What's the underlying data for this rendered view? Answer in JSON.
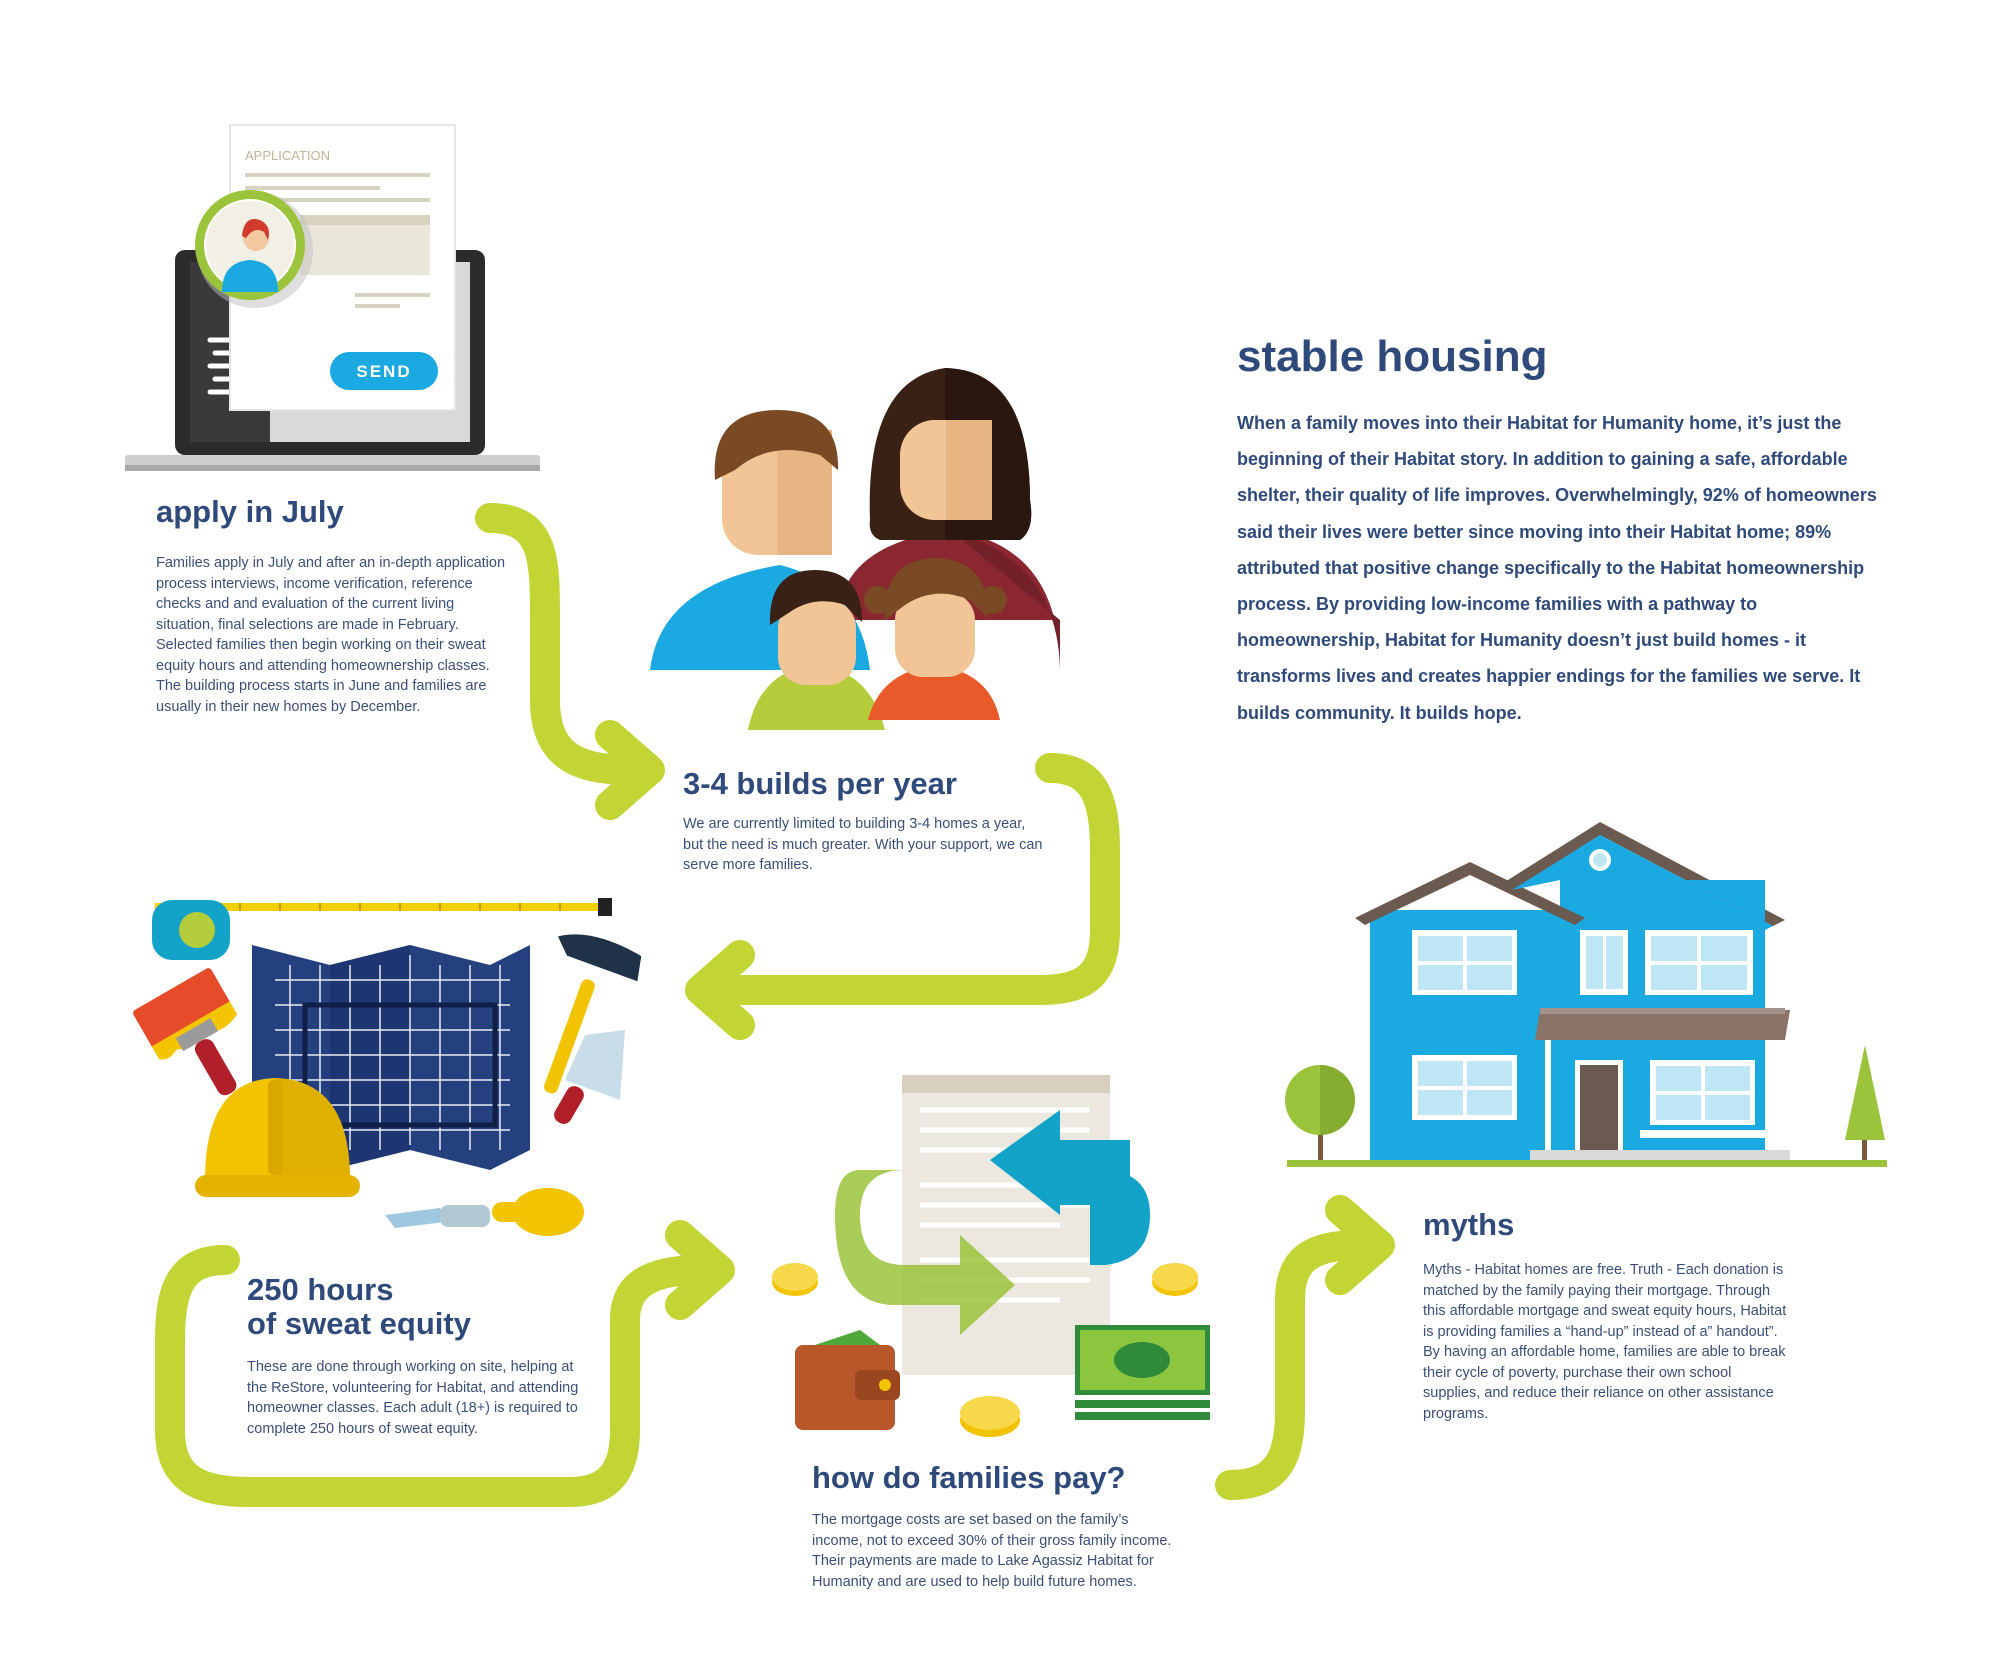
{
  "colors": {
    "heading": "#2f4a7a",
    "text": "#3a5078",
    "arrow_green": "#c2d534",
    "house_blue": "#1aa9e0",
    "send_button": "#1aa9e0"
  },
  "application_form": {
    "title": "APPLICATION",
    "send_label": "SEND"
  },
  "sections": {
    "apply": {
      "title": "apply in July",
      "body": "Families apply in July and after an in-depth application process interviews, income verification, reference checks and and evaluation of the current living situation, final selections are made in February. Selected families then begin working on their sweat equity hours and attending homeownership classes. The building process starts in June and families are usually in their new homes by December."
    },
    "builds": {
      "title": "3-4 builds per year",
      "body": "We are currently limited to building 3-4 homes a year, but the need is much greater. With your support, we can serve more families."
    },
    "stable": {
      "title": "stable housing",
      "body": "When a family moves into their Habitat for Humanity home, it’s just the beginning of their Habitat story. In addition to gaining a safe, affordable shelter, their quality of life improves. Overwhelmingly, 92% of homeowners said their lives were better since moving into their Habitat home; 89% attributed that positive change specifically to the Habitat homeownership process. By providing low-income families with a pathway to homeownership, Habitat for Humanity doesn’t just build homes - it transforms lives and creates happier endings for the families we serve. It builds community. It builds hope."
    },
    "sweat": {
      "title_line1": "250 hours",
      "title_line2": "of sweat equity",
      "body": "These are done through working on site, helping at the ReStore, volunteering for Habitat, and attending homeowner classes. Each adult (18+) is required to complete 250 hours of sweat equity."
    },
    "pay": {
      "title": "how do families pay?",
      "body": "The mortgage costs are set based on the family’s income, not to exceed 30% of their gross family income. Their payments are made to Lake Agassiz Habitat for Humanity and are used to help build future homes."
    },
    "myths": {
      "title": "myths",
      "body": "Myths - Habitat homes are free. Truth - Each donation is matched by the family paying their mortgage. Through this affordable mortgage and sweat equity hours, Habitat is providing families a “hand-up” instead of a” handout”. By having an affordable home, families are able to break their cycle of poverty, purchase their own school supplies, and reduce their reliance on other assistance programs."
    },
    "icons": {
      "laptop": "laptop-application-icon",
      "family": "family-icon",
      "tools": "construction-tools-icon",
      "payment": "payment-cycle-icon",
      "house": "house-icon"
    }
  }
}
